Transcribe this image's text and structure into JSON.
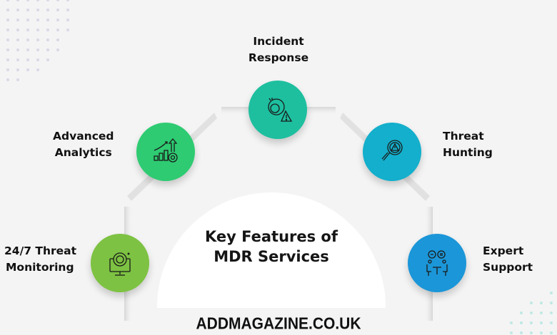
{
  "center": {
    "title_line1": "Key Features of",
    "title_line2": "MDR Services"
  },
  "features": [
    {
      "id": "monitoring",
      "line1": "24/7 Threat",
      "line2": "Monitoring",
      "color": "#7dc242",
      "icon": "monitor-gear-icon"
    },
    {
      "id": "analytics",
      "line1": "Advanced",
      "line2": "Analytics",
      "color": "#2ecb72",
      "icon": "growth-chart-gear-icon"
    },
    {
      "id": "incident",
      "line1": "Incident",
      "line2": "Response",
      "color": "#1dbf9f",
      "icon": "gear-warning-icon"
    },
    {
      "id": "hunting",
      "line1": "Threat",
      "line2": "Hunting",
      "color": "#13afcc",
      "icon": "magnifier-warning-icon"
    },
    {
      "id": "support",
      "line1": "Expert",
      "line2": "Support",
      "color": "#1b96d8",
      "icon": "consultation-icon"
    }
  ],
  "footer": {
    "watermark": "ADDMAGAZINE.CO.UK"
  },
  "colors": {
    "background": "#f4f4f4",
    "hub": "#ffffff",
    "dots_top_left": "#d8d8e6",
    "dots_bottom_right": "#bfe8e4"
  }
}
